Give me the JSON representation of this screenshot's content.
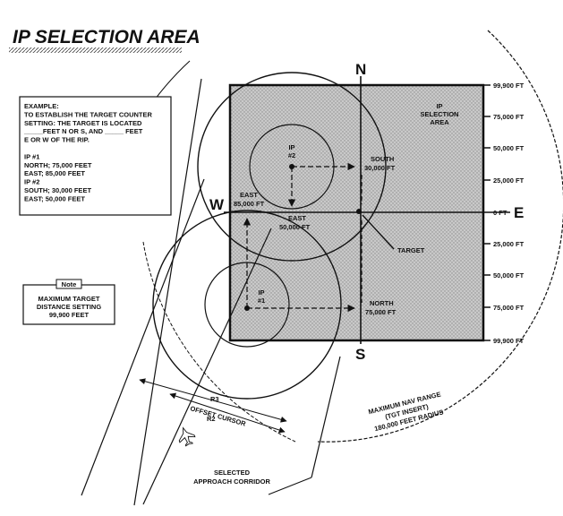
{
  "title": "IP SELECTION AREA",
  "compass": {
    "north": "N",
    "south": "S",
    "east": "E",
    "west": "W"
  },
  "scale_labels": [
    "99,900 FT",
    "75,000 FT",
    "50,000 FT",
    "25,000 FT",
    "0 FT",
    "25,000 FT",
    "50,000 FT",
    "75,000 FT",
    "99,900 FT"
  ],
  "ip_area_label": [
    "IP",
    "SELECTION",
    "AREA"
  ],
  "example_box": {
    "lines": [
      "EXAMPLE:",
      "TO ESTABLISH THE TARGET COUNTER",
      "SETTING:   THE TARGET IS LOCATED",
      "_____FEET N OR S, AND _____ FEET",
      "E OR W OF THE RIP.",
      "",
      "IP #1",
      "NORTH;  75,000 FEET",
      "EAST;    85,000 FEET",
      "IP #2",
      "SOUTH;  30,000 FEET",
      "EAST;    50,000 FEET"
    ]
  },
  "note": {
    "header": "Note",
    "lines": [
      "MAXIMUM TARGET",
      "DISTANCE SETTING",
      "99,900 FEET"
    ]
  },
  "labels": {
    "ip2": [
      "IP",
      "#2"
    ],
    "ip1": [
      "IP",
      "#1"
    ],
    "south_30": [
      "SOUTH",
      "30,000 FT"
    ],
    "east_85": [
      "EAST",
      "85,000 FT"
    ],
    "east_50": [
      "EAST",
      "50,000 FT"
    ],
    "north_75": [
      "NORTH",
      "75,000 FT"
    ],
    "target": "TARGET",
    "r3": "R3",
    "offset_cursor": "OFFSET CURSOR",
    "r2": "R2",
    "max_nav": [
      "MAXIMUM NAV RANGE",
      "(TGT INSERT)",
      "180,000 FEET RADIUS"
    ],
    "corridor": [
      "SELECTED",
      "APPROACH CORRIDOR"
    ]
  }
}
